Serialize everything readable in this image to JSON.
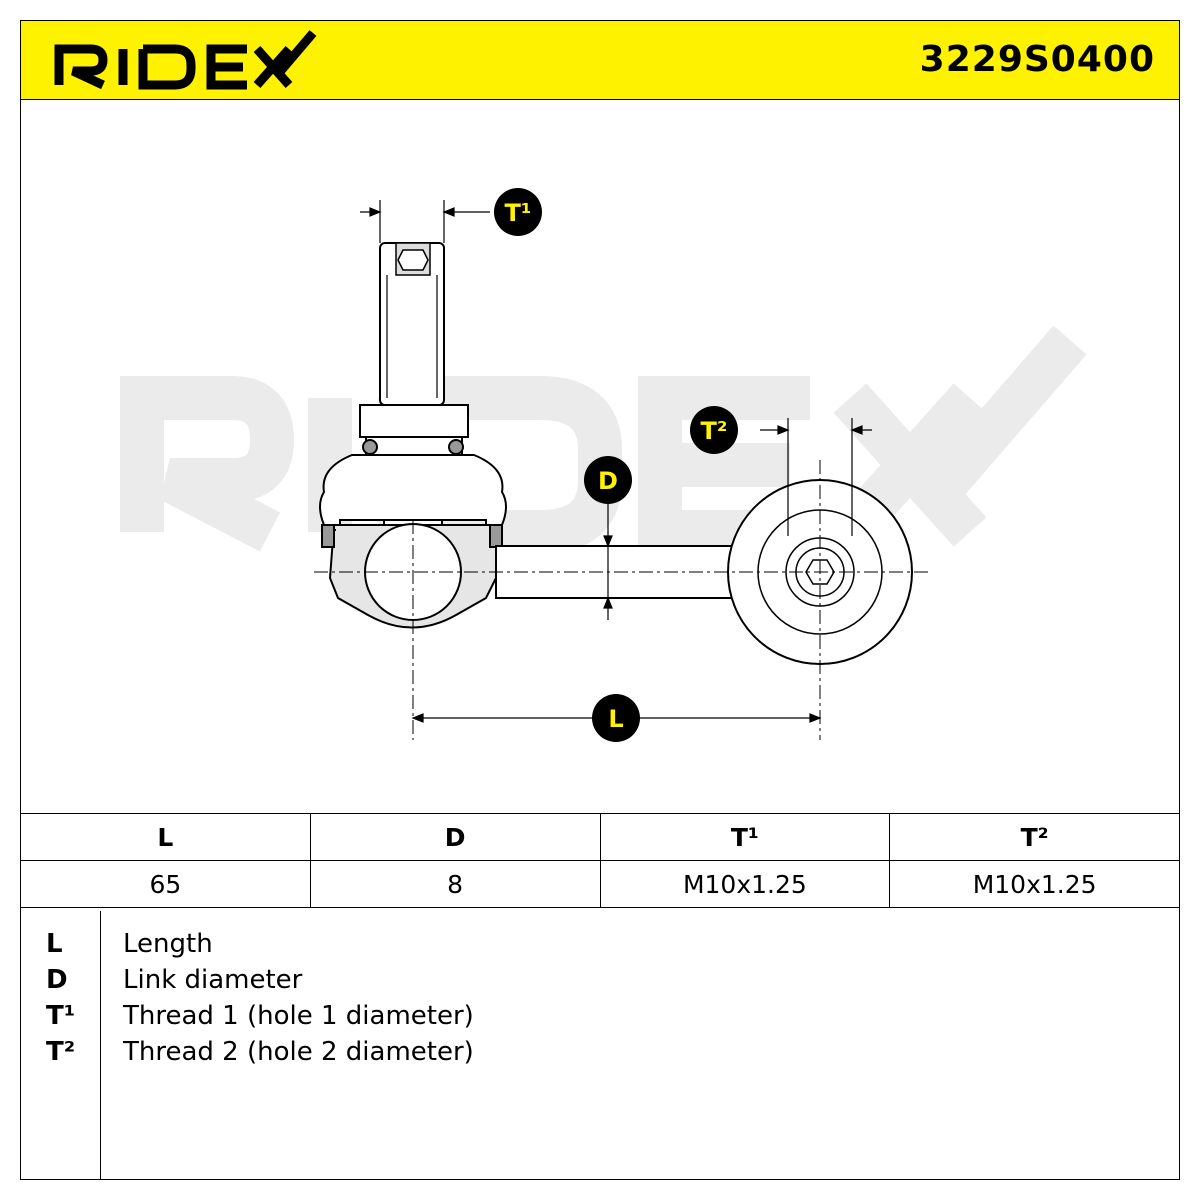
{
  "header": {
    "brand": "RIDEX",
    "part_number": "3229S0400",
    "background": "#fff200"
  },
  "diagram": {
    "watermark": "RIDEX",
    "labels": {
      "t1": "T¹",
      "t2": "T²",
      "d": "D",
      "l": "L"
    }
  },
  "spec_table": {
    "headers": [
      "L",
      "D",
      "T¹",
      "T²"
    ],
    "values": [
      "65",
      "8",
      "M10x1.25",
      "M10x1.25"
    ]
  },
  "legend": [
    {
      "key": "L",
      "text": "Length"
    },
    {
      "key": "D",
      "text": "Link diameter"
    },
    {
      "key": "T¹",
      "text": "Thread 1 (hole 1 diameter)"
    },
    {
      "key": "T²",
      "text": "Thread 2 (hole 2 diameter)"
    }
  ]
}
